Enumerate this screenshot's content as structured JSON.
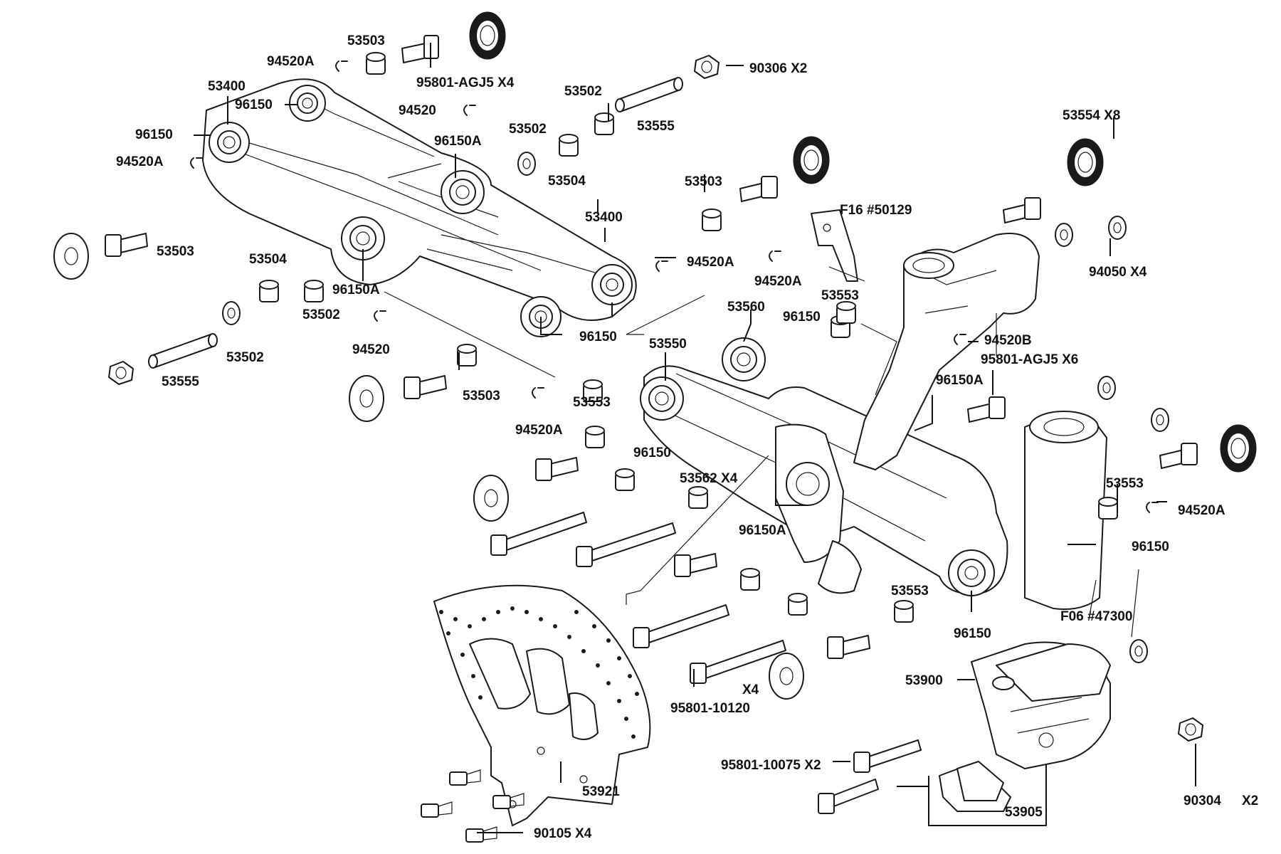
{
  "labels": {
    "l53503_top": "53503",
    "l94520A_top": "94520A",
    "l95801_agj5_x4": "95801-AGJ5 X4",
    "l90306_x2": "90306  X2",
    "l53400_left": "53400",
    "l96150_a": "96150",
    "l96150_b": "96150",
    "l94520A_left": "94520A",
    "l53502_a": "53502",
    "l94520_a": "94520",
    "l53555_top": "53555",
    "l53502_b": "53502",
    "l96150A_a": "96150A",
    "l53504_a": "53504",
    "l53554_x8": "53554 X8",
    "l53503_mid": "53503",
    "l53503_left": "53503",
    "l53400_right": "53400",
    "lF16": "F16 #50129",
    "l94520A_mid": "94520A",
    "l94520A_mid2": "94520A",
    "l94050_x4": "94050  X4",
    "l53504_b": "53504",
    "l53502_c": "53502",
    "l96150A_b": "96150A",
    "l53553_a": "53553",
    "l53560": "53560",
    "l96150_c": "96150",
    "l94520_b": "94520",
    "l96150_d": "96150",
    "l53502_d": "53502",
    "l94520B": "94520B",
    "l53550": "53550",
    "l95801_agj5_x6": "95801-AGJ5 X6",
    "l53555_bot": "53555",
    "l53503_bot": "53503",
    "l96150A_c": "96150A",
    "l53553_b": "53553",
    "l94520A_bot": "94520A",
    "l96150_e": "96150",
    "l53562_x4": "53562 X4",
    "l53553_c": "53553",
    "l94520A_right": "94520A",
    "l96150A_d": "96150A",
    "l96150_f": "96150",
    "l53553_d": "53553",
    "lF06": "F06 #47300",
    "l96150_g": "96150",
    "l53900": "53900",
    "lx4": "X4",
    "l95801_10120": "95801-10120",
    "l95801_10075_x2": "95801-10075 X2",
    "l53921": "53921",
    "l53905": "53905",
    "l90304": "90304",
    "l90304_x2": "X2",
    "l90105_x4": "90105  X4"
  }
}
